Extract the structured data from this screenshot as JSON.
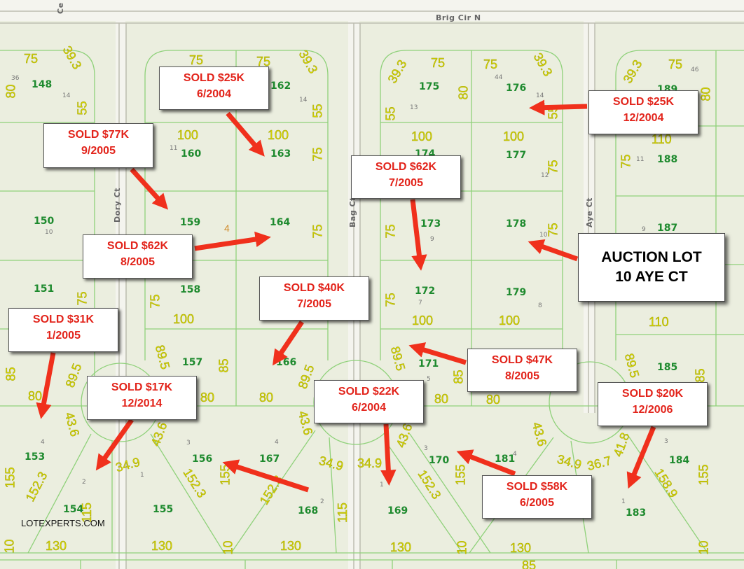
{
  "roads": {
    "top": "Brig Cir N",
    "left_col": "Dory Ct",
    "mid_col": "Bag Ct",
    "right_col": "Aye Ct",
    "corner": "Ce"
  },
  "credit": "LOTEXPERTS.COM",
  "colors": {
    "sold_text": "#e2231a",
    "arrow": "#f0301c",
    "parcel_line": "#8fd17a",
    "lot_number": "#1e8a2e",
    "dimension": "#d6d600"
  },
  "sold_callouts": [
    {
      "id": "s25k-2004",
      "price": "SOLD $25K",
      "date": "6/2004"
    },
    {
      "id": "s77k",
      "price": "SOLD $77K",
      "date": "9/2005"
    },
    {
      "id": "s62k-a",
      "price": "SOLD $62K",
      "date": "7/2005"
    },
    {
      "id": "s25k-12",
      "price": "SOLD $25K",
      "date": "12/2004"
    },
    {
      "id": "s62k-b",
      "price": "SOLD $62K",
      "date": "8/2005"
    },
    {
      "id": "s40k",
      "price": "SOLD $40K",
      "date": "7/2005"
    },
    {
      "id": "s31k",
      "price": "SOLD $31K",
      "date": "1/2005"
    },
    {
      "id": "s47k",
      "price": "SOLD $47K",
      "date": "8/2005"
    },
    {
      "id": "s17k",
      "price": "SOLD $17K",
      "date": "12/2014"
    },
    {
      "id": "s22k",
      "price": "SOLD $22K",
      "date": "6/2004"
    },
    {
      "id": "s20k",
      "price": "SOLD $20K",
      "date": "12/2006"
    },
    {
      "id": "s58k",
      "price": "SOLD $58K",
      "date": "6/2005"
    }
  ],
  "auction": {
    "line1": "AUCTION LOT",
    "line2": "10 AYE CT"
  },
  "lots": [
    "148",
    "162",
    "163",
    "160",
    "159",
    "164",
    "150",
    "151",
    "158",
    "157",
    "153",
    "154",
    "155",
    "156",
    "166",
    "167",
    "168",
    "169",
    "170",
    "171",
    "172",
    "173",
    "174",
    "175",
    "176",
    "177",
    "178",
    "179",
    "181",
    "183",
    "184",
    "185",
    "187",
    "188",
    "189"
  ],
  "dimensions": [
    "75",
    "39.3",
    "80",
    "55",
    "100",
    "110",
    "89.5",
    "43.6",
    "34.9",
    "36.7",
    "152.3",
    "158.9",
    "155",
    "115",
    "130",
    "85",
    "41.8",
    "10"
  ],
  "sublots": [
    "36",
    "14",
    "11",
    "10",
    "4",
    "13",
    "12",
    "9",
    "7",
    "8",
    "5",
    "3",
    "2",
    "1",
    "46",
    "44"
  ]
}
